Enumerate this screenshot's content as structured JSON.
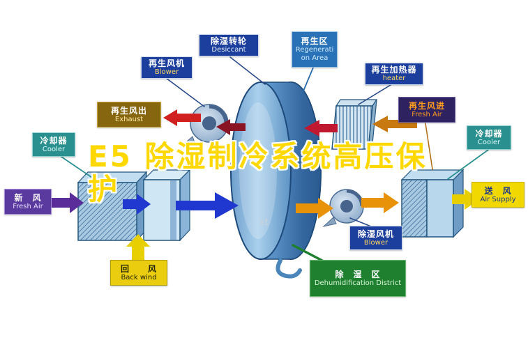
{
  "title": {
    "line1": "E5 除湿制冷系统高压保",
    "line2": "护",
    "color": "#ffd800",
    "outline": "#ffffff"
  },
  "watermark": "xt",
  "labels": {
    "regen_blower": {
      "zh": "再生风机",
      "en": "Blower",
      "bg": "#1c3f9d",
      "fg": "#ffffff",
      "fg_en": "#ffd95e",
      "border": "#cdd9ee"
    },
    "desiccant": {
      "zh": "除湿转轮",
      "en": "Desiccant",
      "bg": "#1c3f9d",
      "fg": "#ffffff",
      "fg_en": "#e8f0ff",
      "border": "#cdd9ee"
    },
    "regen_area": {
      "zh": "再生区",
      "en": "Regeneration Area",
      "bg": "#2a72b8",
      "fg": "#ffffff",
      "fg_en": "#cfe9ff",
      "border": "#9cc4e4"
    },
    "regen_heater": {
      "zh": "再生加热器",
      "en": "heater",
      "bg": "#1c3f9d",
      "fg": "#ffffff",
      "fg_en": "#ffd95e",
      "border": "#cdd9ee"
    },
    "exhaust": {
      "zh": "再生风出",
      "en": "Exhaust",
      "bg": "#86660f",
      "fg": "#ffffff",
      "fg_en": "#ffe9a8",
      "border": "#c9a93c"
    },
    "regen_fresh_air": {
      "zh": "再生风进",
      "en": "Fresh Air",
      "bg": "#2e2260",
      "fg": "#ff9d1e",
      "fg_en": "#ff9d1e",
      "border": "#6a5aa0"
    },
    "cooler_left": {
      "zh": "冷却器",
      "en": "Cooler",
      "bg": "#2a8f8f",
      "fg": "#ffffff",
      "fg_en": "#e0ffff",
      "border": "#8fd0d0"
    },
    "cooler_right": {
      "zh": "冷却器",
      "en": "Cooler",
      "bg": "#2a8f8f",
      "fg": "#ffffff",
      "fg_en": "#e0ffff",
      "border": "#8fd0d0"
    },
    "fresh_air": {
      "zh": "新　风",
      "en": "Fresh Air",
      "bg": "#5a3a9e",
      "fg": "#ffffff",
      "fg_en": "#e8dcff",
      "border": "#a890d8"
    },
    "air_supply": {
      "zh": "送　风",
      "en": "Air Supply",
      "bg": "#f0d800",
      "fg": "#16338f",
      "fg_en": "#16338f",
      "border": "#c9b500"
    },
    "back_wind": {
      "zh": "回　　风",
      "en": "Back wind",
      "bg": "#e9cd0e",
      "fg": "#26270b",
      "fg_en": "#26270b",
      "border": "#b09c08"
    },
    "dehumid_blower": {
      "zh": "除湿风机",
      "en": "Blower",
      "bg": "#1c3f9d",
      "fg": "#ffffff",
      "fg_en": "#ffd95e",
      "border": "#cdd9ee"
    },
    "dehumid_district": {
      "zh": "除　湿　区",
      "en": "Dehumidification District",
      "bg": "#1f8030",
      "fg": "#ffffff",
      "fg_en": "#d8f5d8",
      "border": "#6ab870"
    }
  },
  "colors": {
    "supply_air": "#2038d0",
    "fresh_air_in": "#5a2d9a",
    "return_air": "#e8cf00",
    "process_out": "#e8920a",
    "regen_hot": "#c87a10",
    "regen_red": "#d02020",
    "regen_crimson": "#c01830",
    "regen_maroon": "#8a1423",
    "dehumid_green": "#1f8030"
  }
}
